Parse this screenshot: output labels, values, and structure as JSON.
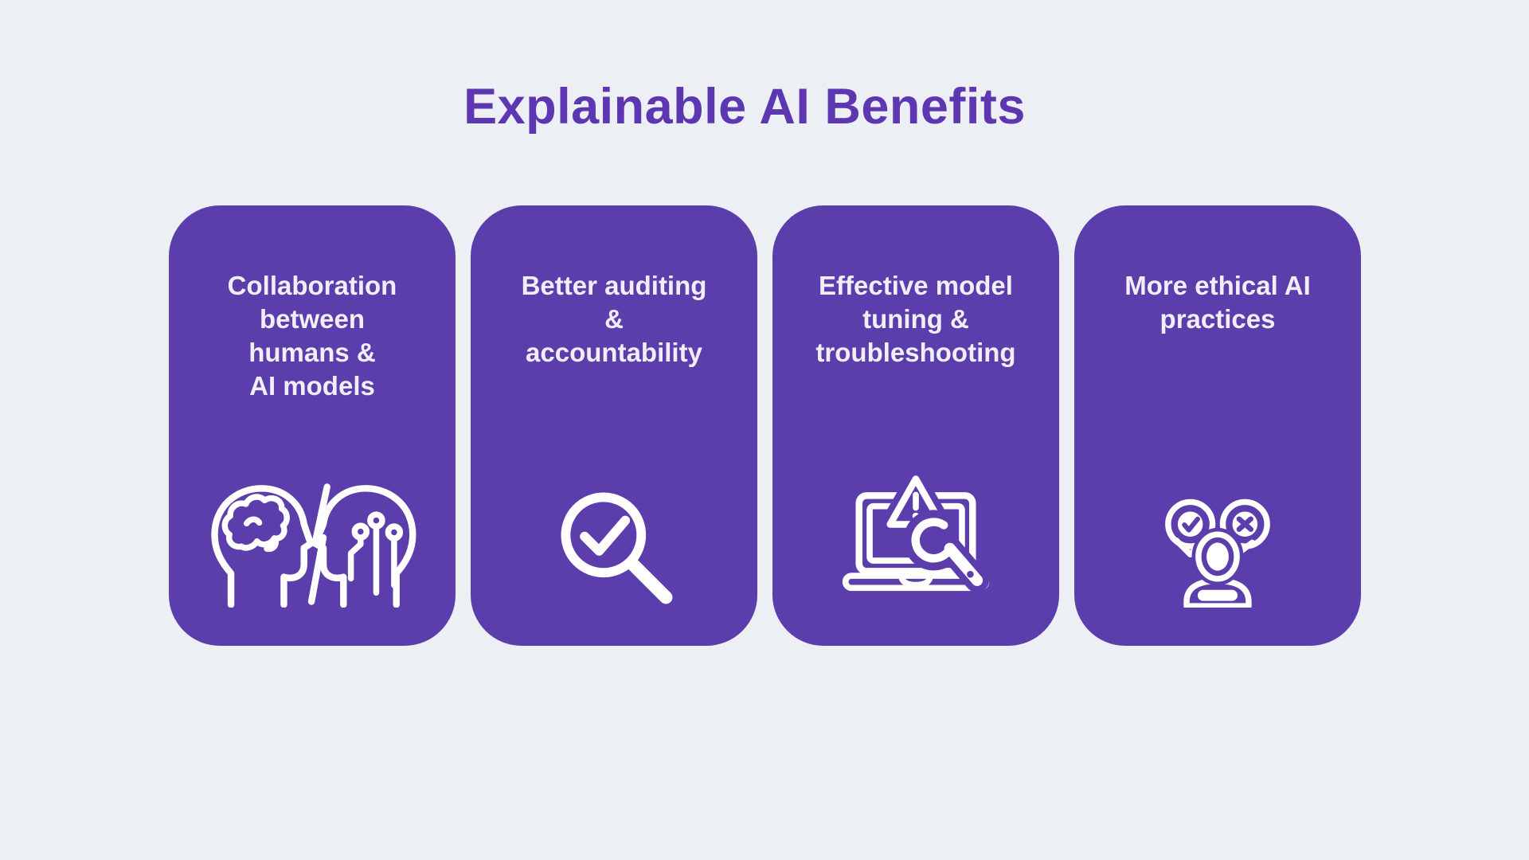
{
  "title": "Explainable AI Benefits",
  "colors": {
    "background": "#eceff4",
    "card_background": "#5b3dac",
    "title_text": "#5d37b2",
    "card_text": "#f0eef8",
    "icon_stroke": "#ffffff"
  },
  "cards": [
    {
      "icon": "human-ai-heads-icon",
      "lines": [
        "Collaboration",
        "between",
        "humans &",
        "AI models"
      ]
    },
    {
      "icon": "magnifier-check-icon",
      "lines": [
        "Better auditing",
        "&",
        "accountability"
      ]
    },
    {
      "icon": "laptop-repair-warning-icon",
      "lines": [
        "Effective model",
        "tuning &",
        "troubleshooting"
      ]
    },
    {
      "icon": "person-feedback-icon",
      "lines": [
        "More ethical AI",
        "practices"
      ]
    }
  ]
}
